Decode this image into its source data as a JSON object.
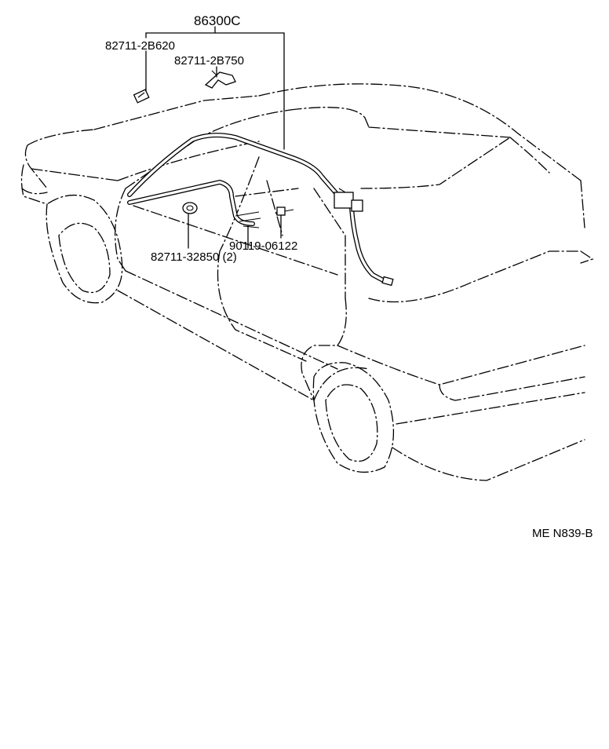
{
  "diagram": {
    "assembly_label": "86300C",
    "parts": [
      {
        "id": "p1",
        "number": "82711-2B620"
      },
      {
        "id": "p2",
        "number": "82711-2B750"
      },
      {
        "id": "p3",
        "number": "90119-06122"
      },
      {
        "id": "p4",
        "number": "82711-32850 (2)"
      }
    ],
    "drawing_code": "ME N839-B"
  }
}
